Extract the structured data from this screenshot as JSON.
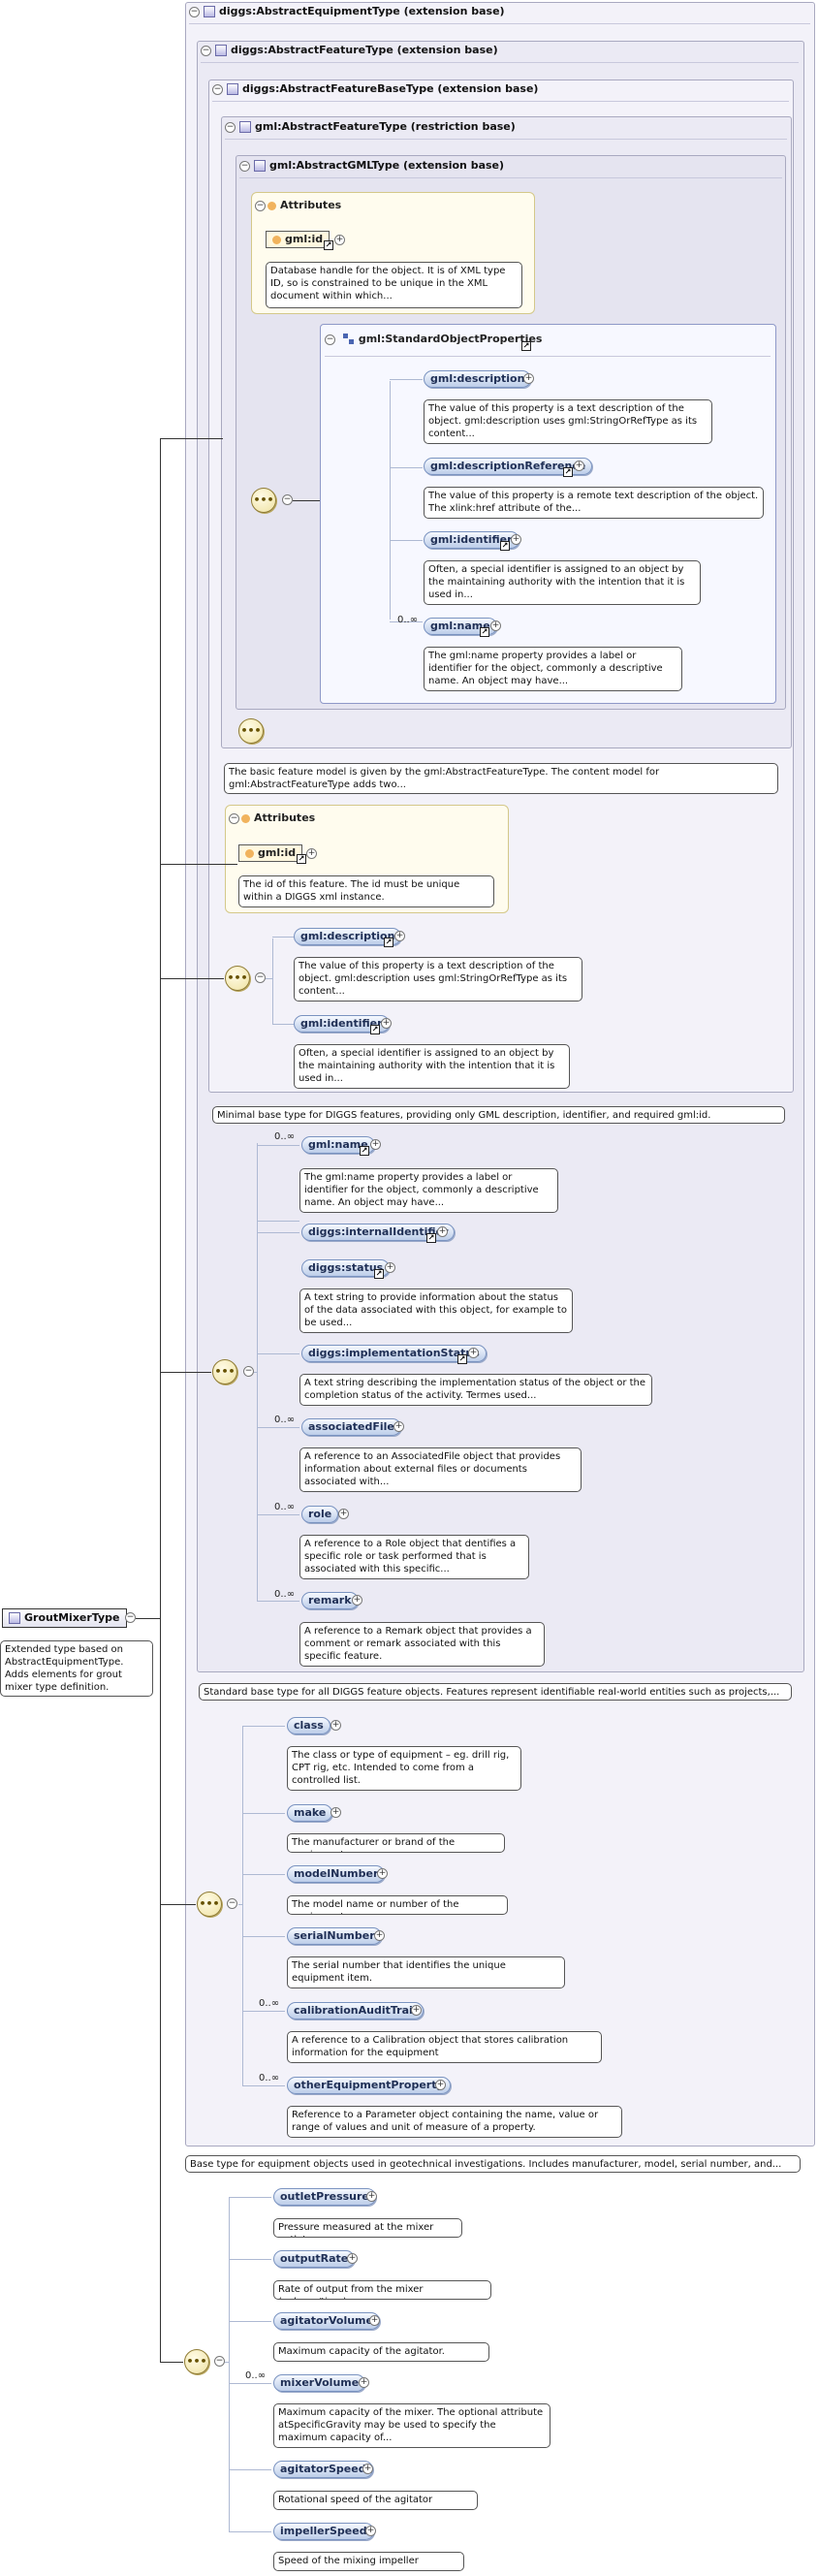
{
  "root": {
    "name": "GroutMixerType",
    "doc": "Extended type based on AbstractEquipmentType. Adds elements for grout mixer type definition."
  },
  "types": {
    "equipment": "diggs:AbstractEquipmentType (extension base)",
    "feature": "diggs:AbstractFeatureType (extension base)",
    "featureBase": "diggs:AbstractFeatureBaseType (extension base)",
    "gmlFeature": "gml:AbstractFeatureType (restriction base)",
    "gmlType": "gml:AbstractGMLType (extension base)"
  },
  "gml_type": {
    "attributes_label": "Attributes",
    "id_attr": "gml:id",
    "id_doc": "Database handle for the object. It is of XML type ID, so is constrained to be unique in the XML document within which...",
    "group_label": "gml:StandardObjectProperties",
    "group_items": [
      {
        "name": "gml:description",
        "occ": "",
        "doc": "The value of this property is a text description of the object. gml:description uses gml:StringOrRefType as its content..."
      },
      {
        "name": "gml:descriptionReference",
        "occ": "",
        "doc": "The value of this property is a remote text description of the object. The xlink:href attribute of the..."
      },
      {
        "name": "gml:identifier",
        "occ": "",
        "doc": "Often, a special identifier is assigned to an object by the maintaining authority with the intention that it is used in..."
      },
      {
        "name": "gml:name",
        "occ": "0..∞",
        "doc": "The gml:name property provides a label or identifier for the object, commonly a descriptive name. An object may have..."
      }
    ]
  },
  "gml_feature": {
    "doc": "The basic feature model is given by the gml:AbstractFeatureType. The content model for gml:AbstractFeatureType adds two..."
  },
  "feature_base": {
    "attributes_label": "Attributes",
    "id_attr": "gml:id",
    "id_doc": "The id of this feature. The id must be unique within a DIGGS xml instance.",
    "items": [
      {
        "name": "gml:description",
        "occ": "",
        "doc": "The value of this property is a text description of the object. gml:description uses gml:StringOrRefType as its content..."
      },
      {
        "name": "gml:identifier",
        "occ": "",
        "doc": "Often, a special identifier is assigned to an object by the maintaining authority with the intention that it is used in..."
      }
    ],
    "doc": "Minimal base type for DIGGS features, providing only GML description, identifier, and required gml:id."
  },
  "feature": {
    "items": [
      {
        "name": "gml:name",
        "occ": "0..∞",
        "ref": true,
        "doc": "The gml:name property provides a label or identifier for the object, commonly a descriptive name. An object may have..."
      },
      {
        "name": "diggs:internalIdentifier",
        "occ": "",
        "ref": true,
        "doc": ""
      },
      {
        "name": "diggs:status",
        "occ": "",
        "ref": true,
        "doc": "A text string to provide information about the status of the data associated with this object, for example to be used..."
      },
      {
        "name": "diggs:implementationStatus",
        "occ": "",
        "ref": true,
        "doc": "A text string describing the implementation status of the object or the completion status of the activity. Termes used..."
      },
      {
        "name": "associatedFile",
        "occ": "0..∞",
        "ref": false,
        "doc": "A reference to an AssociatedFile object that provides information about external files or documents associated with..."
      },
      {
        "name": "role",
        "occ": "0..∞",
        "ref": false,
        "doc": "A reference to a Role object that dentifies a specific role or task performed that is associated with this specific..."
      },
      {
        "name": "remark",
        "occ": "0..∞",
        "ref": false,
        "doc": "A reference to a Remark object that provides a comment or remark associated with this specific feature."
      }
    ],
    "doc": "Standard base type for all DIGGS feature objects. Features represent identifiable real-world entities such as projects,..."
  },
  "equipment": {
    "items": [
      {
        "name": "class",
        "occ": "",
        "doc": "The class or type of equipment – eg. drill rig, CPT rig, etc. Intended to come from a controlled list."
      },
      {
        "name": "make",
        "occ": "",
        "doc": "The manufacturer or brand of the equipment"
      },
      {
        "name": "modelNumber",
        "occ": "",
        "doc": "The model name or number of the equipment"
      },
      {
        "name": "serialNumber",
        "occ": "",
        "doc": "The serial number that identifies the unique equipment item."
      },
      {
        "name": "calibrationAuditTrail",
        "occ": "0..∞",
        "doc": "A reference to a Calibration object that stores calibration information for the equipment"
      },
      {
        "name": "otherEquipmentProperty",
        "occ": "0..∞",
        "doc": "Reference to a Parameter object containing the name, value or range of values and unit of measure of a property."
      }
    ],
    "doc": "Base type for equipment objects used in geotechnical investigations. Includes manufacturer, model, serial number, and..."
  },
  "mixer": {
    "items": [
      {
        "name": "outletPressure",
        "occ": "",
        "doc": "Pressure measured at the mixer outlet"
      },
      {
        "name": "outputRate",
        "occ": "",
        "doc": "Rate of output from the mixer (volume/time)"
      },
      {
        "name": "agitatorVolume",
        "occ": "",
        "doc": "Maximum capacity of the agitator."
      },
      {
        "name": "mixerVolume",
        "occ": "0..∞",
        "doc": "Maximum capacity of the mixer. The optional attribute atSpecificGravity may be used to specify the maximum capacity of..."
      },
      {
        "name": "agitatorSpeed",
        "occ": "",
        "doc": "Rotational speed of the agitator"
      },
      {
        "name": "impellerSpeed",
        "occ": "",
        "doc": "Speed of the mixing impeller"
      }
    ]
  }
}
